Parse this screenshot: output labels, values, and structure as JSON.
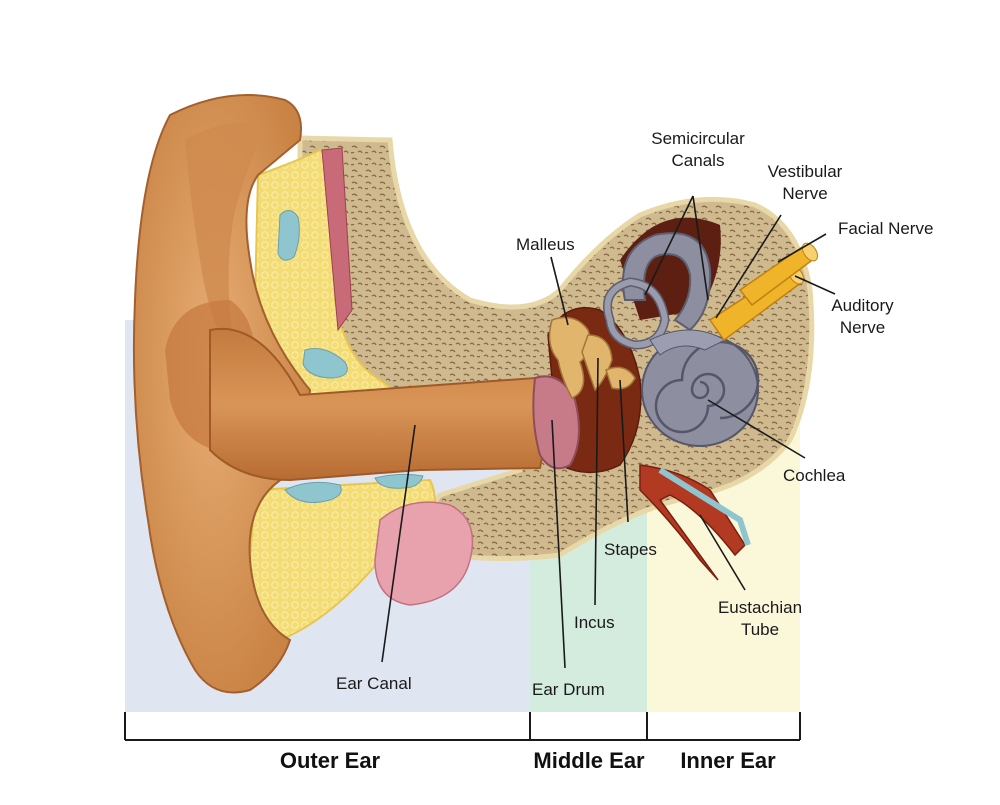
{
  "colors": {
    "outer_zone": "#dfe6f2",
    "middle_zone": "#d3ecde",
    "inner_zone": "#fbf8da",
    "skin": "#dd9a5c",
    "skin_dark": "#b36a34",
    "bone": "#cfb98f",
    "cartilage": "#f3dc74",
    "ossicle": "#e2b56c",
    "cochlea": "#8d8ea0",
    "nerve": "#f0b42a",
    "drum": "#c77a88",
    "tube": "#b23a22"
  },
  "labels": {
    "semicircular": [
      "Semicircular",
      "Canals"
    ],
    "vestibular": [
      "Vestibular",
      "Nerve"
    ],
    "facial": "Facial Nerve",
    "auditory": [
      "Auditory",
      "Nerve"
    ],
    "malleus": "Malleus",
    "cochlea": "Cochlea",
    "stapes": "Stapes",
    "eustachian": [
      "Eustachian",
      "Tube"
    ],
    "incus": "Incus",
    "ear_canal": "Ear Canal",
    "ear_drum": "Ear Drum"
  },
  "sections": {
    "outer": "Outer Ear",
    "middle": "Middle Ear",
    "inner": "Inner Ear"
  }
}
